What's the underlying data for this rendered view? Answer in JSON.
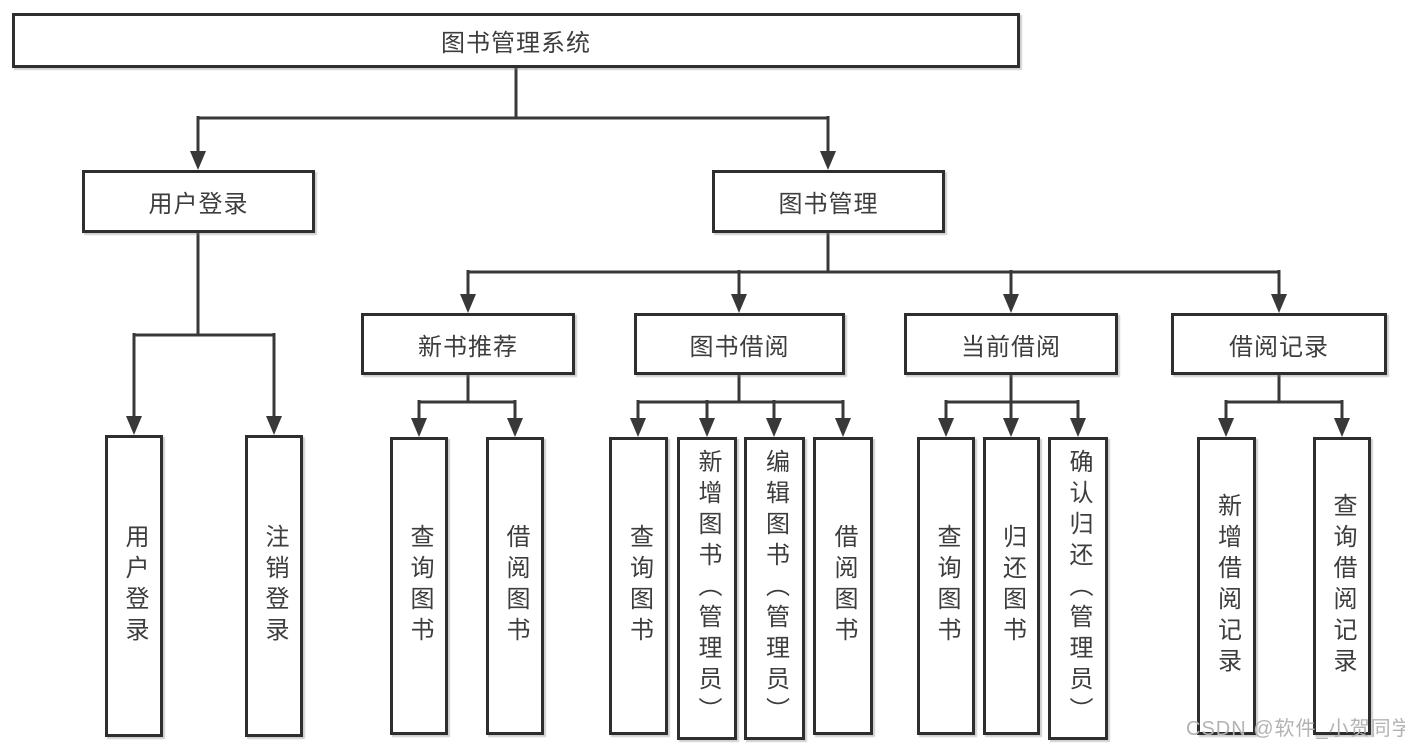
{
  "tree": {
    "root": {
      "label": "图书管理系统",
      "children": [
        {
          "label": "用户登录",
          "children": [
            {
              "label": "用户登录"
            },
            {
              "label": "注销登录"
            }
          ]
        },
        {
          "label": "图书管理",
          "children": [
            {
              "label": "新书推荐",
              "children": [
                {
                  "label": "查询图书"
                },
                {
                  "label": "借阅图书"
                }
              ]
            },
            {
              "label": "图书借阅",
              "children": [
                {
                  "label": "查询图书"
                },
                {
                  "label": "新增图书（管理员）"
                },
                {
                  "label": "编辑图书（管理员）"
                },
                {
                  "label": "借阅图书"
                }
              ]
            },
            {
              "label": "当前借阅",
              "children": [
                {
                  "label": "查询图书"
                },
                {
                  "label": "归还图书"
                },
                {
                  "label": "确认归还（管理员）"
                }
              ]
            },
            {
              "label": "借阅记录",
              "children": [
                {
                  "label": "新增借阅记录"
                },
                {
                  "label": "查询借阅记录"
                }
              ]
            }
          ]
        }
      ]
    }
  },
  "watermark": "CSDN @软件_小贺同学",
  "colors": {
    "line": "#383838",
    "box_border": "#2e2e2e",
    "box_fill": "#ffffff",
    "text": "#3d3d3d",
    "watermark": "#b3b3b3"
  }
}
